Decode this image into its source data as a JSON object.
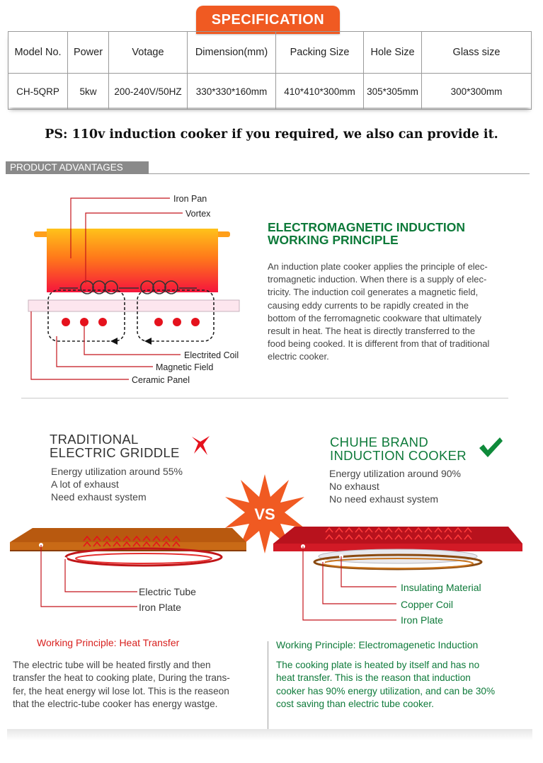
{
  "spec": {
    "tab_label": "SPECIFICATION",
    "headers": [
      "Model No.",
      "Power",
      "Votage",
      "Dimension(mm)",
      "Packing Size",
      "Hole Size",
      "Glass size"
    ],
    "row": [
      "CH-5QRP",
      "5kw",
      "200-240V/50HZ",
      "330*330*160mm",
      "410*410*300mm",
      "305*305mm",
      "300*300mm"
    ]
  },
  "ps_note": "PS: 110v induction cooker if you required, we also can provide it.",
  "advantages": {
    "section_label": "PRODUCT ADVANTAGES",
    "diagram_labels": {
      "iron_pan": "Iron Pan",
      "vortex": "Vortex",
      "electrited_coil": "Electrited Coil",
      "magnetic_field": "Magnetic Field",
      "ceramic_panel": "Ceramic Panel"
    },
    "principle_title_1": "ELECTROMAGNETIC INDUCTION",
    "principle_title_2": "WORKING PRINCIPLE",
    "principle_text": [
      "An induction plate cooker applies the principle of elec-",
      "tromagnetic induction. When there is a supply of elec-",
      "tricity. The induction coil generates a magnetic field,",
      "causing eddy currents to be rapidly created in the",
      "bottom of the ferromagnetic cookware that ultimately",
      "result in heat. The heat is directly transferred to the",
      "food being cooked. It is different from that of traditional",
      "electric cooker."
    ]
  },
  "comparison": {
    "vs_label": "VS",
    "traditional": {
      "title_1": "TRADITIONAL",
      "title_2": "ELECTRIC GRIDDLE",
      "features": [
        "Energy utilization around 55%",
        "A lot of exhaust",
        "Need exhaust system"
      ],
      "labels": {
        "electric_tube": "Electric Tube",
        "iron_plate": "Iron Plate"
      },
      "principle": "Working Principle: Heat Transfer",
      "description": [
        "The electric tube will be heated firstly and then",
        "transfer the heat to cooking plate, During the trans-",
        "fer, the heat energy wil lose lot. This is the reaseon",
        "that the electric-tube cooker has energy wastge."
      ]
    },
    "chuhe": {
      "title_1": "CHUHE BRAND",
      "title_2": "INDUCTION COOKER",
      "features": [
        "Energy utilization around 90%",
        "No exhaust",
        "No need exhaust system"
      ],
      "labels": {
        "insulating_material": "Insulating Material",
        "copper_coil": "Copper Coil",
        "iron_plate": "Iron Plate"
      },
      "principle": "Working Principle: Electromagenetic Induction",
      "description": [
        "The cooking plate is heated by itself and has no",
        "heat transfer. This is the reason that induction",
        "cooker has 90% energy utilization, and can be 30%",
        "cost saving than electric tube cooker."
      ]
    }
  },
  "colors": {
    "accent_orange": "#f05a22",
    "brand_green": "#0e7a3a",
    "warning_red": "#d8201e",
    "section_gray": "#8a8a8a"
  }
}
